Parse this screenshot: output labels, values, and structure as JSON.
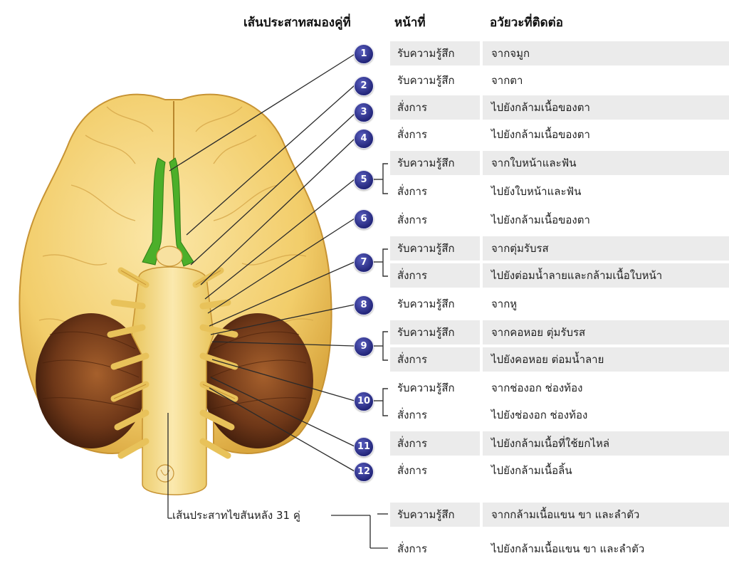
{
  "headers": {
    "nerve_pair": "เส้นประสาทสมองคู่ที่",
    "function": "หน้าที่",
    "connected_organ": "อวัยวะที่ติดต่อ"
  },
  "nerves": [
    {
      "number": "1",
      "rows": [
        {
          "function": "รับความรู้สึก",
          "organ": "จากจมูก"
        }
      ]
    },
    {
      "number": "2",
      "rows": [
        {
          "function": "รับความรู้สึก",
          "organ": "จากตา"
        }
      ]
    },
    {
      "number": "3",
      "rows": [
        {
          "function": "สั่งการ",
          "organ": "ไปยังกล้ามเนื้อของตา"
        }
      ]
    },
    {
      "number": "4",
      "rows": [
        {
          "function": "สั่งการ",
          "organ": "ไปยังกล้ามเนื้อของตา"
        }
      ]
    },
    {
      "number": "5",
      "rows": [
        {
          "function": "รับความรู้สึก",
          "organ": "จากใบหน้าและฟัน"
        },
        {
          "function": "สั่งการ",
          "organ": "ไปยังใบหน้าและฟัน"
        }
      ]
    },
    {
      "number": "6",
      "rows": [
        {
          "function": "สั่งการ",
          "organ": "ไปยังกล้ามเนื้อของตา"
        }
      ]
    },
    {
      "number": "7",
      "rows": [
        {
          "function": "รับความรู้สึก",
          "organ": "จากตุ่มรับรส"
        },
        {
          "function": "สั่งการ",
          "organ": "ไปยังต่อมน้ำลายและกล้ามเนื้อใบหน้า"
        }
      ]
    },
    {
      "number": "8",
      "rows": [
        {
          "function": "รับความรู้สึก",
          "organ": "จากหู"
        }
      ]
    },
    {
      "number": "9",
      "rows": [
        {
          "function": "รับความรู้สึก",
          "organ": "จากคอหอย ตุ่มรับรส"
        },
        {
          "function": "สั่งการ",
          "organ": "ไปยังคอหอย ต่อมน้ำลาย"
        }
      ]
    },
    {
      "number": "10",
      "rows": [
        {
          "function": "รับความรู้สึก",
          "organ": "จากช่องอก ช่องท้อง"
        },
        {
          "function": "สั่งการ",
          "organ": "ไปยังช่องอก ช่องท้อง"
        }
      ]
    },
    {
      "number": "11",
      "rows": [
        {
          "function": "สั่งการ",
          "organ": "ไปยังกล้ามเนื้อที่ใช้ยกไหล่"
        }
      ]
    },
    {
      "number": "12",
      "rows": [
        {
          "function": "สั่งการ",
          "organ": "ไปยังกล้ามเนื้อลิ้น"
        }
      ]
    }
  ],
  "spinal": {
    "label": "เส้นประสาทไขสันหลัง 31 คู่",
    "rows": [
      {
        "function": "รับความรู้สึก",
        "organ": "จากกล้ามเนื้อแขน ขา และลำตัว"
      },
      {
        "function": "สั่งการ",
        "organ": "ไปยังกล้ามเนื้อแขน ขา และลำตัว"
      }
    ]
  },
  "colors": {
    "brain": "#f2cd6a",
    "brain_highlight": "#f8e3a0",
    "cerebellum": "#7a3f1e",
    "olfactory_nerve": "#4caf2a",
    "badge": "#2b2f8f",
    "row_shade": "#ebebeb"
  }
}
